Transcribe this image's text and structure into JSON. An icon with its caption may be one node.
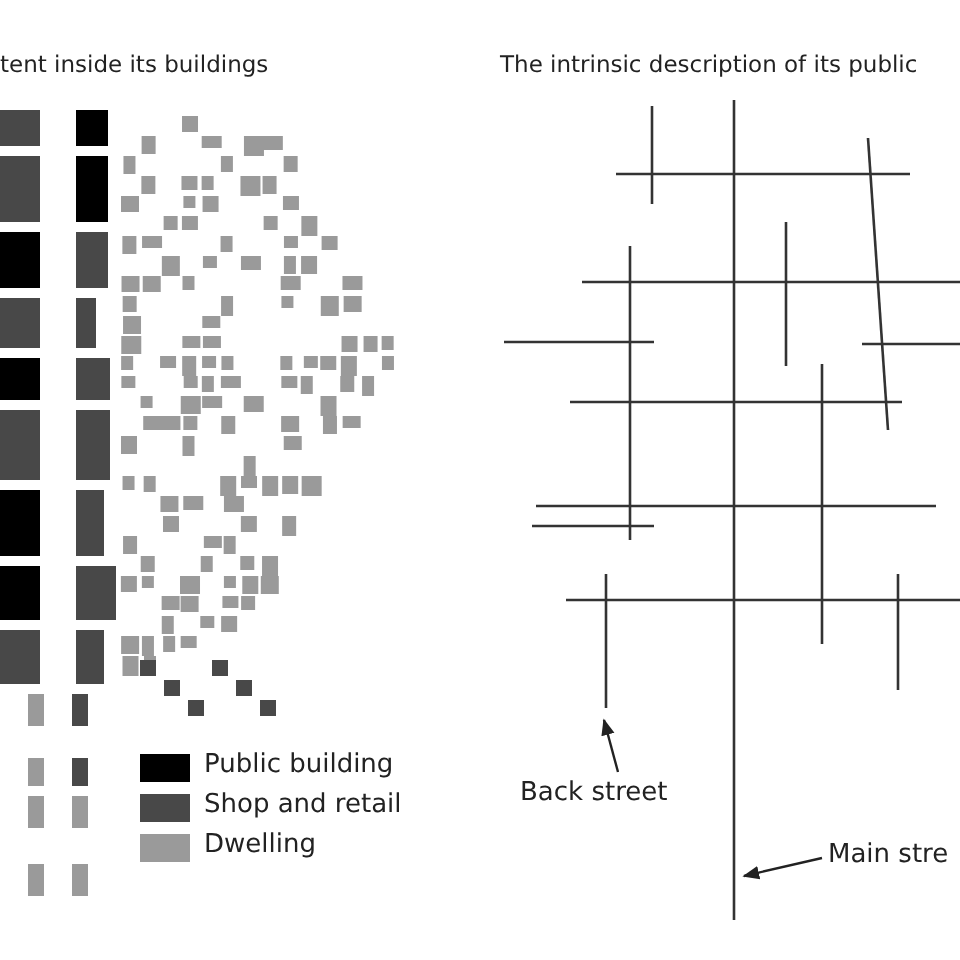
{
  "diagram": {
    "nodes": [
      {
        "text": [
          "Back street"
        ]
      },
      {
        "text": [
          "Main stre"
        ]
      }
    ],
    "edges": [
      {
        "from": 0,
        "to": null,
        "arrow": "to"
      },
      {
        "from": 1,
        "to": null,
        "arrow": "to"
      }
    ],
    "labels": [
      "tent inside its buildings",
      "The intrinsic description of its public"
    ],
    "legend": [
      {
        "text": "Public building",
        "color": "#000000"
      },
      {
        "text": "Shop and retail",
        "color": "#484848"
      },
      {
        "text": "Dwelling",
        "color": "#9a9a9a"
      }
    ]
  }
}
